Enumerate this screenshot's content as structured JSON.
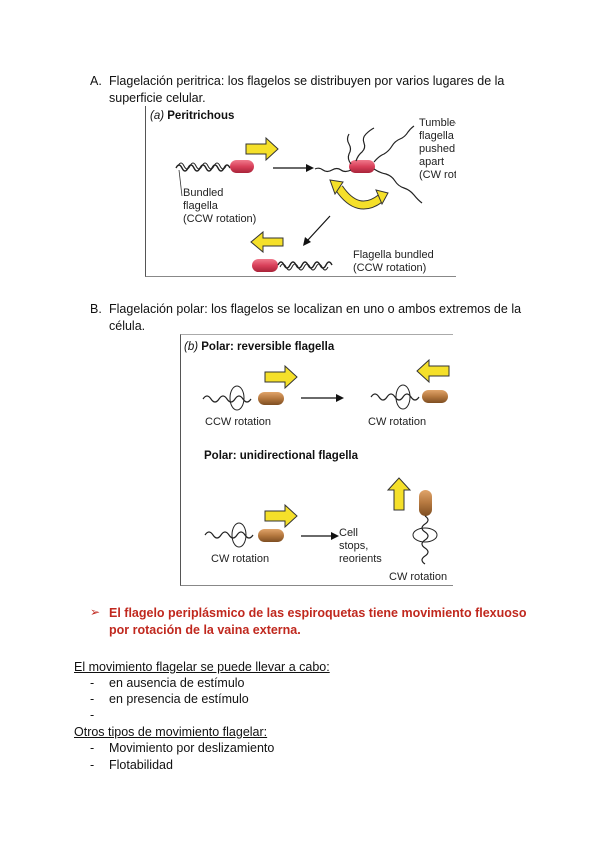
{
  "section_a": {
    "marker": "A.",
    "text": "Flagelación peritrica: los flagelos se distribuyen por varios lugares de la superficie celular."
  },
  "figure_a": {
    "label": "(a)",
    "title": "Peritrichous",
    "bundled_1": "Bundled",
    "bundled_2": "flagella",
    "bundled_3": "(CCW rotation)",
    "tumble_1": "Tumble—",
    "tumble_2": "flagella",
    "tumble_3": "pushed",
    "tumble_4": "apart",
    "tumble_5": "(CW rotation)",
    "fb_1": "Flagella bundled",
    "fb_2": "(CCW rotation)"
  },
  "section_b": {
    "marker": "B.",
    "text": "Flagelación polar: los flagelos se localizan en uno o ambos extremos de la célula."
  },
  "figure_b": {
    "label": "(b)",
    "title_rev": "Polar: reversible flagella",
    "ccw": "CCW rotation",
    "cw_1": "CW rotation",
    "title_uni": "Polar: unidirectional flagella",
    "cw_2": "CW rotation",
    "cell_1": "Cell",
    "cell_2": "stops,",
    "cell_3": "reorients",
    "cw_3": "CW rotation"
  },
  "highlight": {
    "bullet": "➢",
    "text": "El flagelo periplásmico de las espiroquetas tiene movimiento flexuoso por rotación de la vaina externa."
  },
  "list1": {
    "heading": "El movimiento flagelar se puede llevar a cabo:",
    "items": [
      "en ausencia de estímulo",
      "en presencia de estímulo",
      ""
    ]
  },
  "list2": {
    "heading": "Otros tipos de movimiento flagelar:",
    "items": [
      "Movimiento por deslizamiento",
      "Flotabilidad"
    ]
  },
  "colors": {
    "red_text": "#c0281e",
    "cell_pink": "#d9405a",
    "cell_brown": "#b5783f",
    "arrow_yellow": "#f5e02a"
  }
}
